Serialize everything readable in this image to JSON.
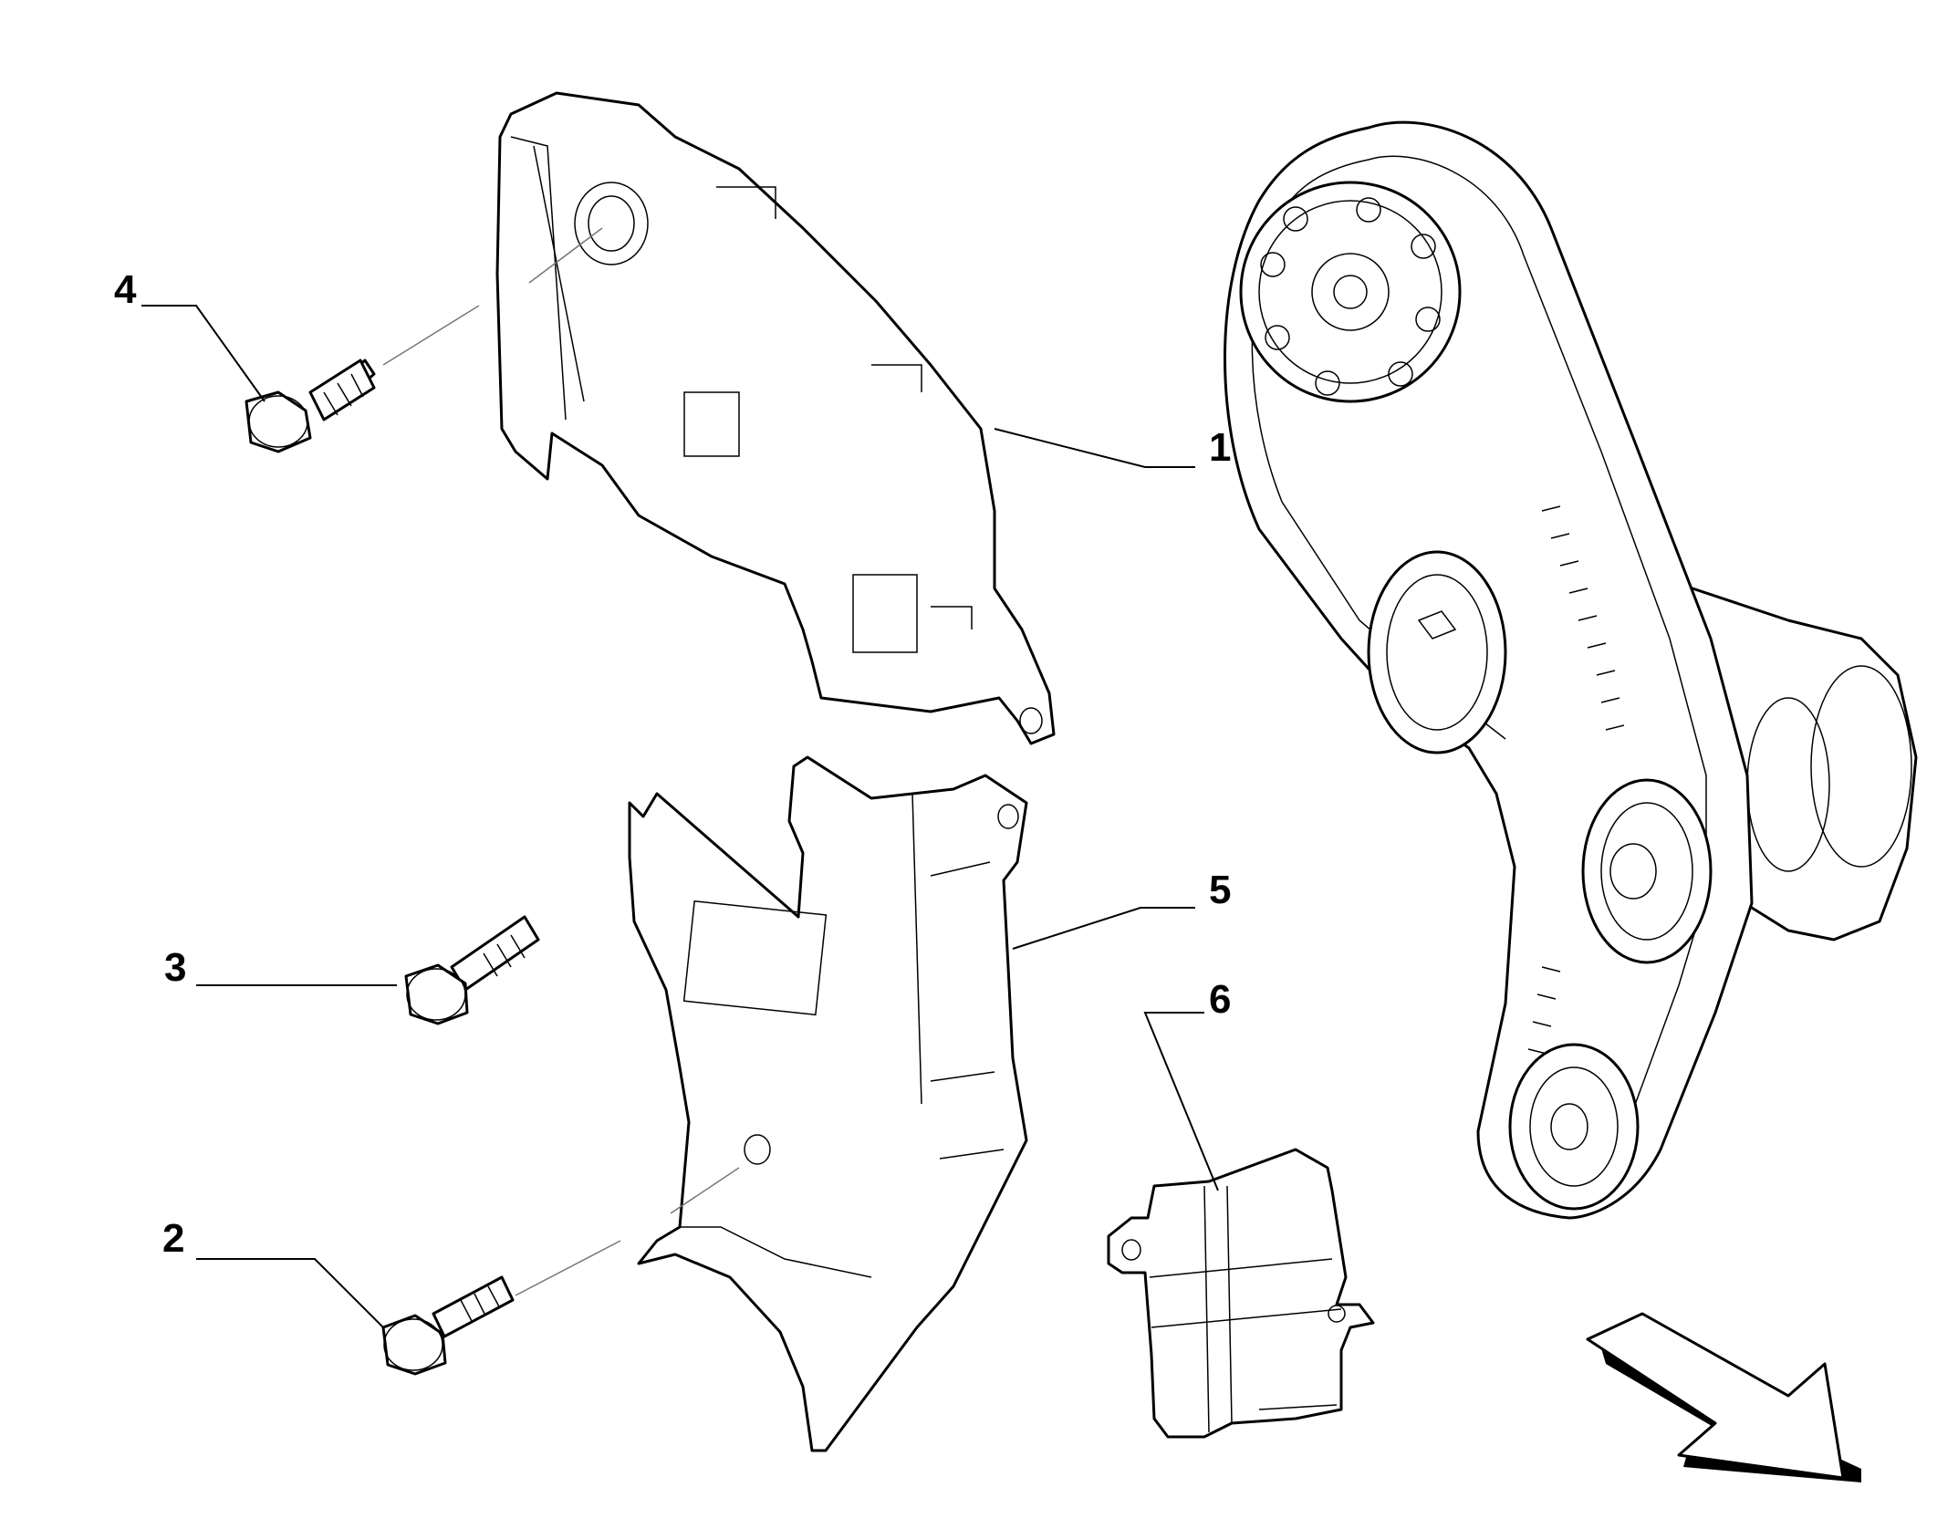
{
  "callouts": [
    {
      "id": "1",
      "label": "1"
    },
    {
      "id": "2",
      "label": "2"
    },
    {
      "id": "3",
      "label": "3"
    },
    {
      "id": "4",
      "label": "4"
    },
    {
      "id": "5",
      "label": "5"
    },
    {
      "id": "6",
      "label": "6"
    }
  ],
  "icons": {
    "bolt": "bolt-icon",
    "arrow": "direction-arrow-icon"
  }
}
